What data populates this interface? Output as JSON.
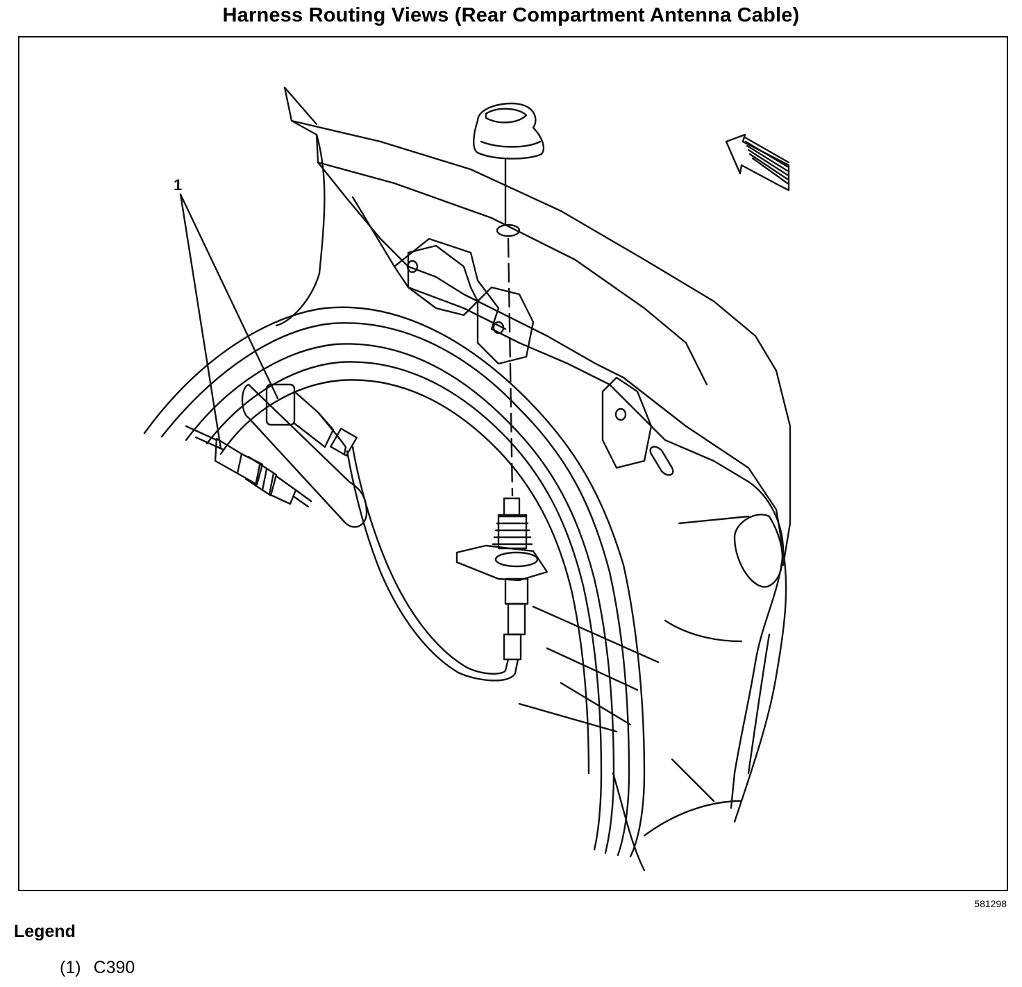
{
  "title": "Harness Routing Views (Rear Compartment Antenna Cable)",
  "figure_id": "581298",
  "callouts": [
    {
      "label": "1"
    }
  ],
  "legend": {
    "heading": "Legend",
    "items": [
      {
        "number": "(1)",
        "text": "C390"
      }
    ]
  }
}
